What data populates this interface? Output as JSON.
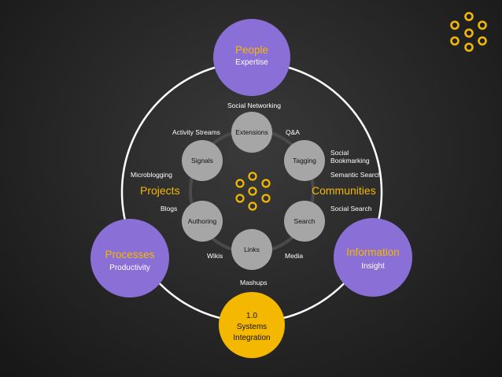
{
  "outer": {
    "people": {
      "title": "People",
      "subtitle": "Expertise"
    },
    "processes": {
      "title": "Processes",
      "subtitle": "Productivity"
    },
    "information": {
      "title": "Information",
      "subtitle": "Insight"
    },
    "systems": {
      "line1": "1.0",
      "line2": "Systems",
      "line3": "Integration"
    }
  },
  "nodes": {
    "extensions": "Extensions",
    "tagging": "Tagging",
    "search": "Search",
    "links": "Links",
    "authoring": "Authoring",
    "signals": "Signals"
  },
  "labels": {
    "social_networking": "Social Networking",
    "activity_streams": "Activity Streams",
    "qa": "Q&A",
    "social_bookmarking_1": "Social",
    "social_bookmarking_2": "Bookmarking",
    "semantic_search": "Semantic Search",
    "microblogging": "Microblogging",
    "social_search": "Social Search",
    "blogs": "Blogs",
    "wikis": "Wikis",
    "media": "Media",
    "mashups": "Mashups"
  },
  "headings": {
    "projects": "Projects",
    "communities": "Communities"
  },
  "colors": {
    "purple": "#8a6fd6",
    "yellow": "#f5b800",
    "node_gray": "#a6a6a6",
    "ring": "#ffffff",
    "inner_ring": "#444444"
  }
}
